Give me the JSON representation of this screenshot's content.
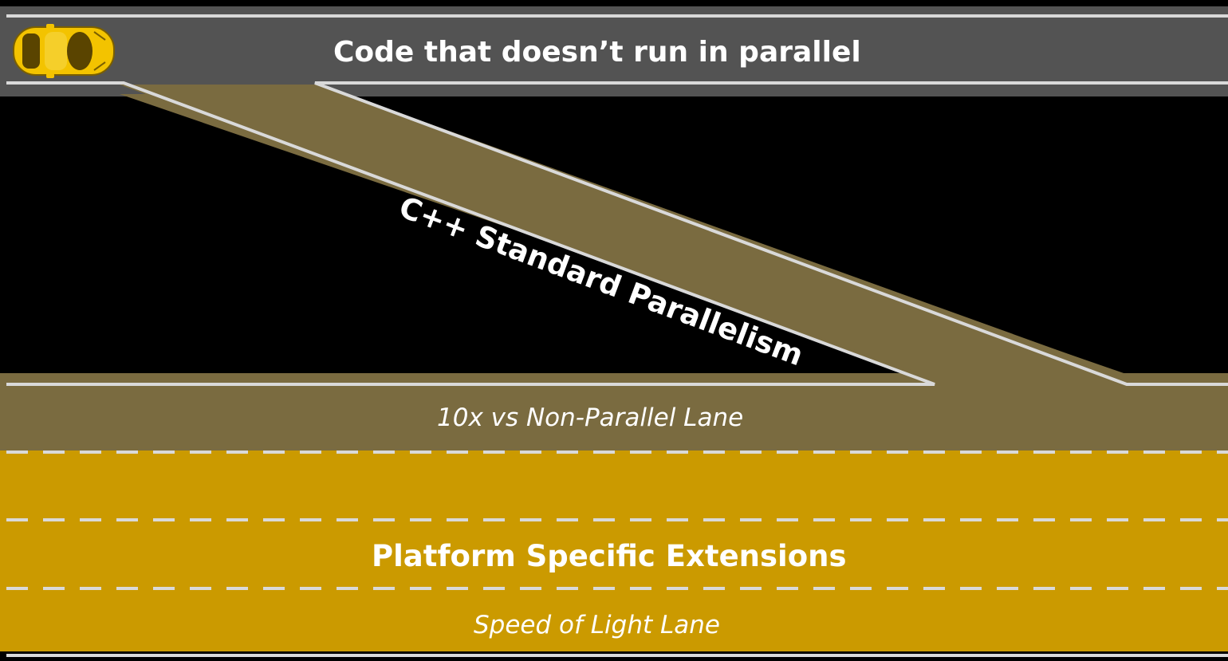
{
  "lanes": {
    "sequential": "Code that doesn’t run in parallel",
    "stdpar_ramp": "C++ Standard Parallelism",
    "stdpar_lane": "10x vs Non-Parallel Lane",
    "platform": "Platform Specific Extensions",
    "speed": "Speed of Light Lane"
  },
  "colors": {
    "background": "#000000",
    "road_gray": "#535353",
    "road_olive": "#7a6b40",
    "road_gold": "#cb9a00",
    "lane_marking": "#d9d9d9",
    "car_body": "#f3c300"
  }
}
